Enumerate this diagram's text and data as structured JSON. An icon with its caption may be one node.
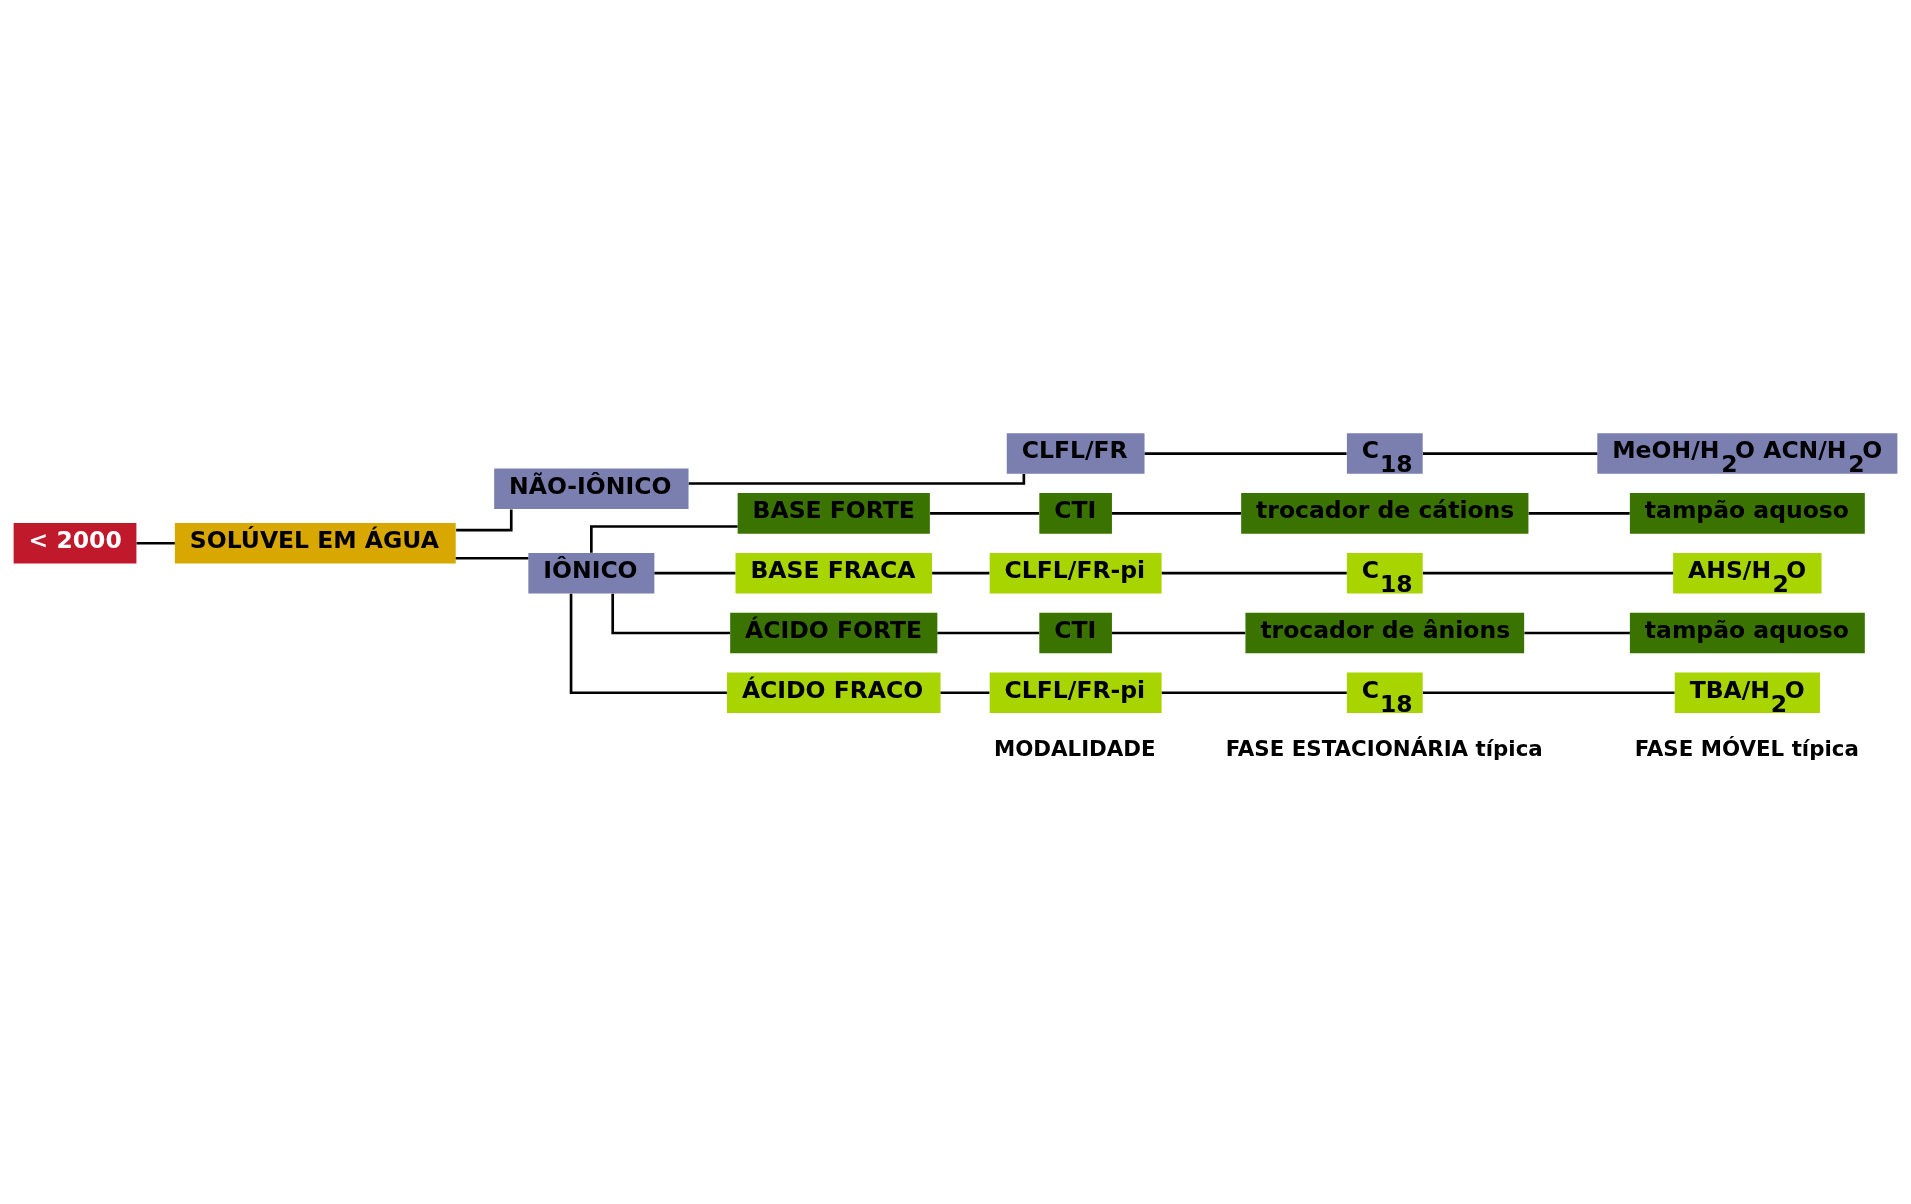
{
  "diagram": {
    "nodes": [
      {
        "text": [
          "< 2000"
        ]
      },
      {
        "text": [
          "SOLÚVEL EM ÁGUA"
        ]
      },
      {
        "text": [
          "NÃO-IÔNICO"
        ]
      },
      {
        "text": [
          "IÔNICO"
        ]
      },
      {
        "text": [
          "BASE FORTE"
        ]
      },
      {
        "text": [
          "BASE FRACA"
        ]
      },
      {
        "text": [
          "ÁCIDO FORTE"
        ]
      },
      {
        "text": [
          "ÁCIDO FRACO"
        ]
      },
      {
        "text": [
          "CLFL/FR"
        ]
      },
      {
        "text": [
          "C$_{18}$"
        ]
      },
      {
        "text": [
          "MeOH/H$_{2}$O ACN/H$_{2}$O"
        ]
      },
      {
        "text": [
          "CTI"
        ]
      },
      {
        "text": [
          "trocador de cátions"
        ]
      },
      {
        "text": [
          "tampão aquoso"
        ]
      },
      {
        "text": [
          "CLFL/FR-pi"
        ]
      },
      {
        "text": [
          "C$_{18}$"
        ]
      },
      {
        "text": [
          "AHS/H$_{2}$O"
        ]
      },
      {
        "text": [
          "CTI"
        ]
      },
      {
        "text": [
          "trocador de ânions"
        ]
      },
      {
        "text": [
          "tampão aquoso"
        ]
      },
      {
        "text": [
          "CLFL/FR-pi"
        ]
      },
      {
        "text": [
          "C$_{18}$"
        ]
      },
      {
        "text": [
          "TBA/H$_{2}$O"
        ]
      }
    ],
    "edges": [
      {
        "from": 0,
        "to": 1,
        "arrow": "none"
      },
      {
        "from": 1,
        "to": 2,
        "arrow": "none"
      },
      {
        "from": 1,
        "to": 3,
        "arrow": "none"
      },
      {
        "from": 2,
        "to": 8,
        "arrow": "none"
      },
      {
        "from": 8,
        "to": 9,
        "arrow": "none"
      },
      {
        "from": 9,
        "to": 10,
        "arrow": "none"
      },
      {
        "from": 3,
        "to": 4,
        "arrow": "none"
      },
      {
        "from": 3,
        "to": 5,
        "arrow": "none"
      },
      {
        "from": 3,
        "to": 6,
        "arrow": "none"
      },
      {
        "from": 3,
        "to": 7,
        "arrow": "none"
      },
      {
        "from": 4,
        "to": 11,
        "arrow": "none"
      },
      {
        "from": 11,
        "to": 12,
        "arrow": "none"
      },
      {
        "from": 12,
        "to": 13,
        "arrow": "none"
      },
      {
        "from": 5,
        "to": 14,
        "arrow": "none"
      },
      {
        "from": 14,
        "to": 15,
        "arrow": "none"
      },
      {
        "from": 15,
        "to": 16,
        "arrow": "none"
      },
      {
        "from": 6,
        "to": 17,
        "arrow": "none"
      },
      {
        "from": 17,
        "to": 18,
        "arrow": "none"
      },
      {
        "from": 18,
        "to": 19,
        "arrow": "none"
      },
      {
        "from": 7,
        "to": 20,
        "arrow": "none"
      },
      {
        "from": 20,
        "to": 21,
        "arrow": "none"
      },
      {
        "from": 21,
        "to": 22,
        "arrow": "none"
      }
    ],
    "labels": [
      "MODALIDADE",
      "FASE ESTACIONÁRIA típica",
      "FASE MÓVEL típica"
    ]
  }
}
